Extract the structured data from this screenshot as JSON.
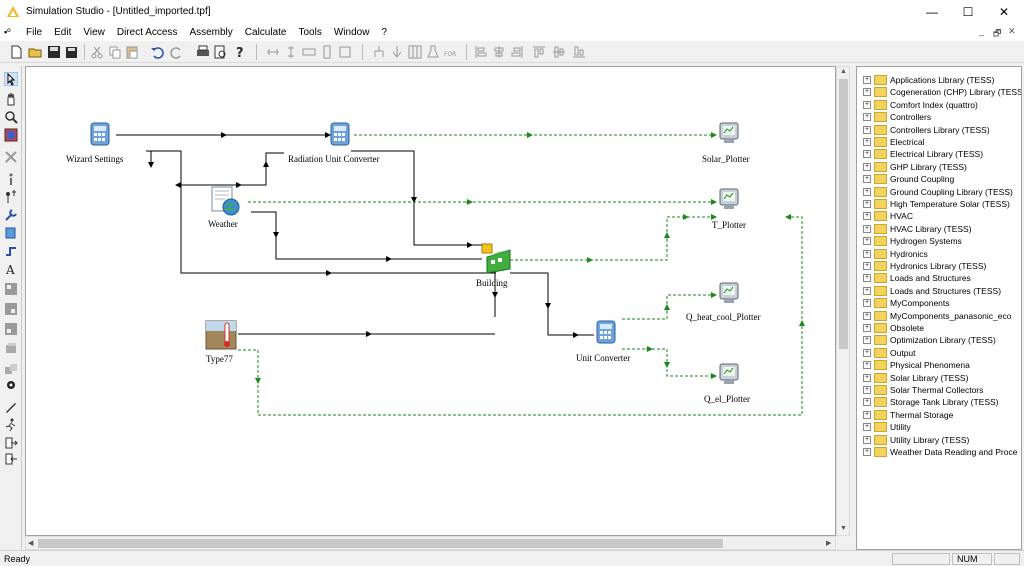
{
  "window": {
    "title": "Simulation Studio - [Untitled_imported.tpf]",
    "minimize": "—",
    "maximize": "☐",
    "close": "✕"
  },
  "menu": [
    "File",
    "Edit",
    "View",
    "Direct Access",
    "Assembly",
    "Calculate",
    "Tools",
    "Window",
    "?"
  ],
  "mdi_controls": {
    "minimize": "_",
    "restore": "🗗",
    "close": "✕"
  },
  "diagram": {
    "nodes": {
      "wizard_settings": "Wizard Settings",
      "radiation_unit_converter": "Radiation Unit Converter",
      "solar_plotter": "Solar_Plotter",
      "weather": "Weather",
      "t_plotter": "T_Plotter",
      "building": "Building",
      "type77": "Type77",
      "q_heat_cool_plotter": "Q_heat_cool_Plotter",
      "unit_converter": "Unit Converter",
      "q_el_plotter": "Q_el_Plotter"
    }
  },
  "library": [
    "Applications Library (TESS)",
    "Cogeneration (CHP) Library (TESS",
    "Comfort Index (quattro)",
    "Controllers",
    "Controllers Library (TESS)",
    "Electrical",
    "Electrical Library (TESS)",
    "GHP Library (TESS)",
    "Ground Coupling",
    "Ground Coupling Library (TESS)",
    "High Temperature Solar (TESS)",
    "HVAC",
    "HVAC Library (TESS)",
    "Hydrogen Systems",
    "Hydronics",
    "Hydronics Library (TESS)",
    "Loads and Structures",
    "Loads and Structures (TESS)",
    "MyComponents",
    "MyComponents_panasonic_eco",
    "Obsolete",
    "Optimization Library (TESS)",
    "Output",
    "Physical Phenomena",
    "Solar Library (TESS)",
    "Solar Thermal Collectors",
    "Storage Tank Library (TESS)",
    "Thermal Storage",
    "Utility",
    "Utility Library (TESS)",
    "Weather Data Reading and Proce"
  ],
  "status": {
    "ready": "Ready",
    "num": "NUM"
  },
  "colors": {
    "wire_solid": "#000000",
    "wire_dashed": "#1a8a1a",
    "folder": "#f3d35b"
  }
}
